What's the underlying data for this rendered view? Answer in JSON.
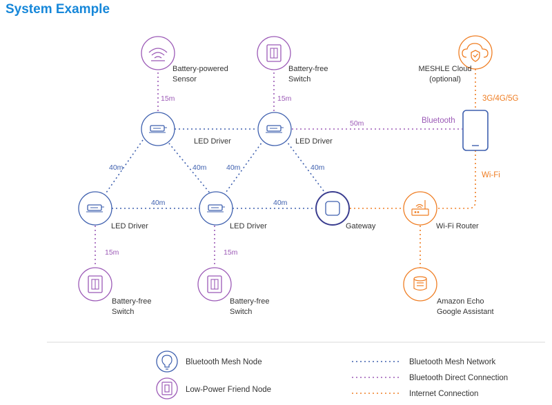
{
  "title": "System Example",
  "nodes": {
    "sensor": [
      "Battery-powered",
      "Sensor"
    ],
    "switch_top": [
      "Battery-free",
      "Switch"
    ],
    "cloud": [
      "MESHLE Cloud",
      "(optional)"
    ],
    "led1": "LED Driver",
    "led2": "LED Driver",
    "led3": "LED Driver",
    "led4": "LED Driver",
    "gateway": "Gateway",
    "router": "Wi-Fi Router",
    "switch_bl": [
      "Battery-free",
      "Switch"
    ],
    "switch_bm": [
      "Battery-free",
      "Switch"
    ],
    "echo": [
      "Amazon Echo",
      "Google Assistant"
    ]
  },
  "distances": {
    "sensor_led": "15m",
    "switch_led": "15m",
    "led2_phone": "50m",
    "bluetooth": "Bluetooth",
    "cellular": "3G/4G/5G",
    "wifi": "Wi-Fi",
    "led1_led3": "40m",
    "led1_led4": "40m",
    "led2_led4": "40m",
    "led2_gateway": "40m",
    "led3_led4": "40m",
    "led4_gateway": "40m",
    "led3_switch": "15m",
    "led4_switch": "15m"
  },
  "legend": {
    "mesh_node": "Bluetooth Mesh Node",
    "friend_node": "Low-Power Friend Node",
    "mesh_network": "Bluetooth Mesh Network",
    "direct_connection": "Bluetooth Direct Connection",
    "internet_connection": "Internet Connection"
  },
  "colors": {
    "title": "#1687d9",
    "mesh_blue": "#3d5fae",
    "friend_purple": "#9b59b6",
    "internet_orange": "#ef7d22",
    "gateway_dark": "#3a3d8f"
  }
}
